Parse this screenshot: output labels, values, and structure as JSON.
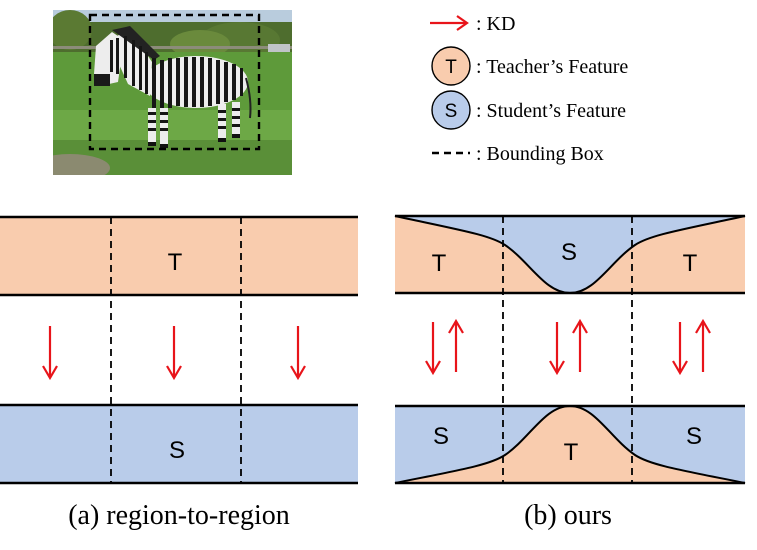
{
  "colors": {
    "teacher": "#F9CCAE",
    "student": "#B9CCEA",
    "arrow": "#E8141A",
    "line": "#000000"
  },
  "image": {
    "subject": "zebra-photo",
    "icon": "zebra-icon"
  },
  "legend": {
    "kd": ": KD",
    "teacher_symbol": "T",
    "teacher": ": Teacher’s Feature",
    "student_symbol": "S",
    "student": ": Student’s Feature",
    "bbox": ": Bounding Box"
  },
  "panel_a": {
    "teacher_label": "T",
    "student_label": "S",
    "caption": "(a) region-to-region"
  },
  "panel_b": {
    "top_left": "T",
    "top_center": "S",
    "top_right": "T",
    "bottom_left": "S",
    "bottom_center": "T",
    "bottom_right": "S",
    "caption": "(b) ours"
  }
}
